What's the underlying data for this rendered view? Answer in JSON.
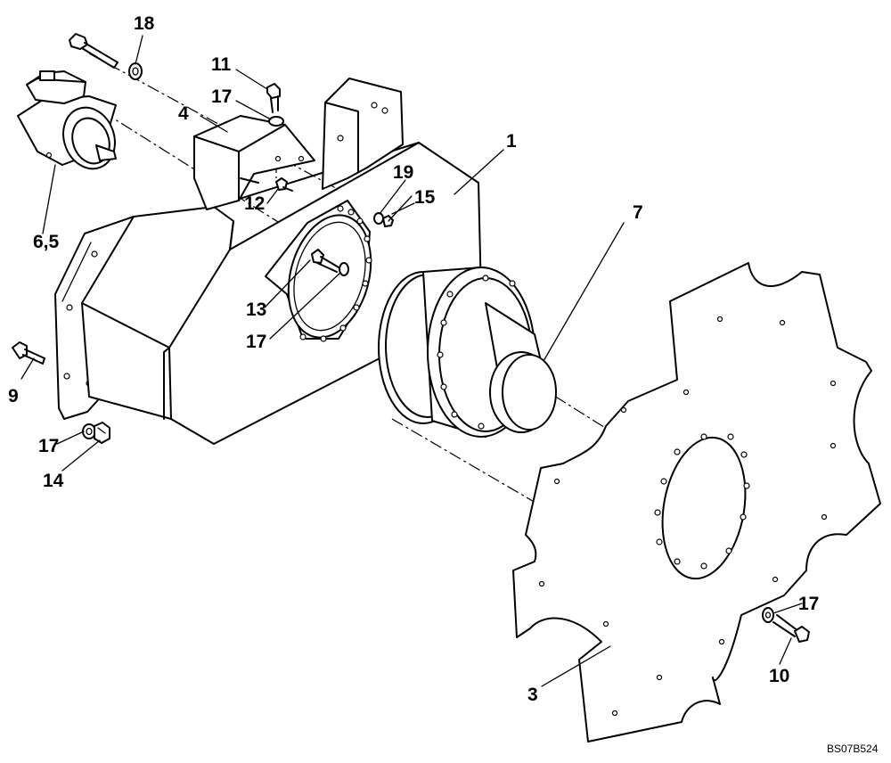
{
  "diagram": {
    "labels": {
      "part_1": "1",
      "part_3": "3",
      "part_4": "4",
      "part_6_5": "6,5",
      "part_7": "7",
      "part_9": "9",
      "part_10": "10",
      "part_11": "11",
      "part_12": "12",
      "part_13": "13",
      "part_14": "14",
      "part_15": "15",
      "part_17_a": "17",
      "part_17_b": "17",
      "part_17_c": "17",
      "part_17_d": "17",
      "part_18": "18",
      "part_19": "19"
    },
    "drawing_code": "BS07B524"
  }
}
